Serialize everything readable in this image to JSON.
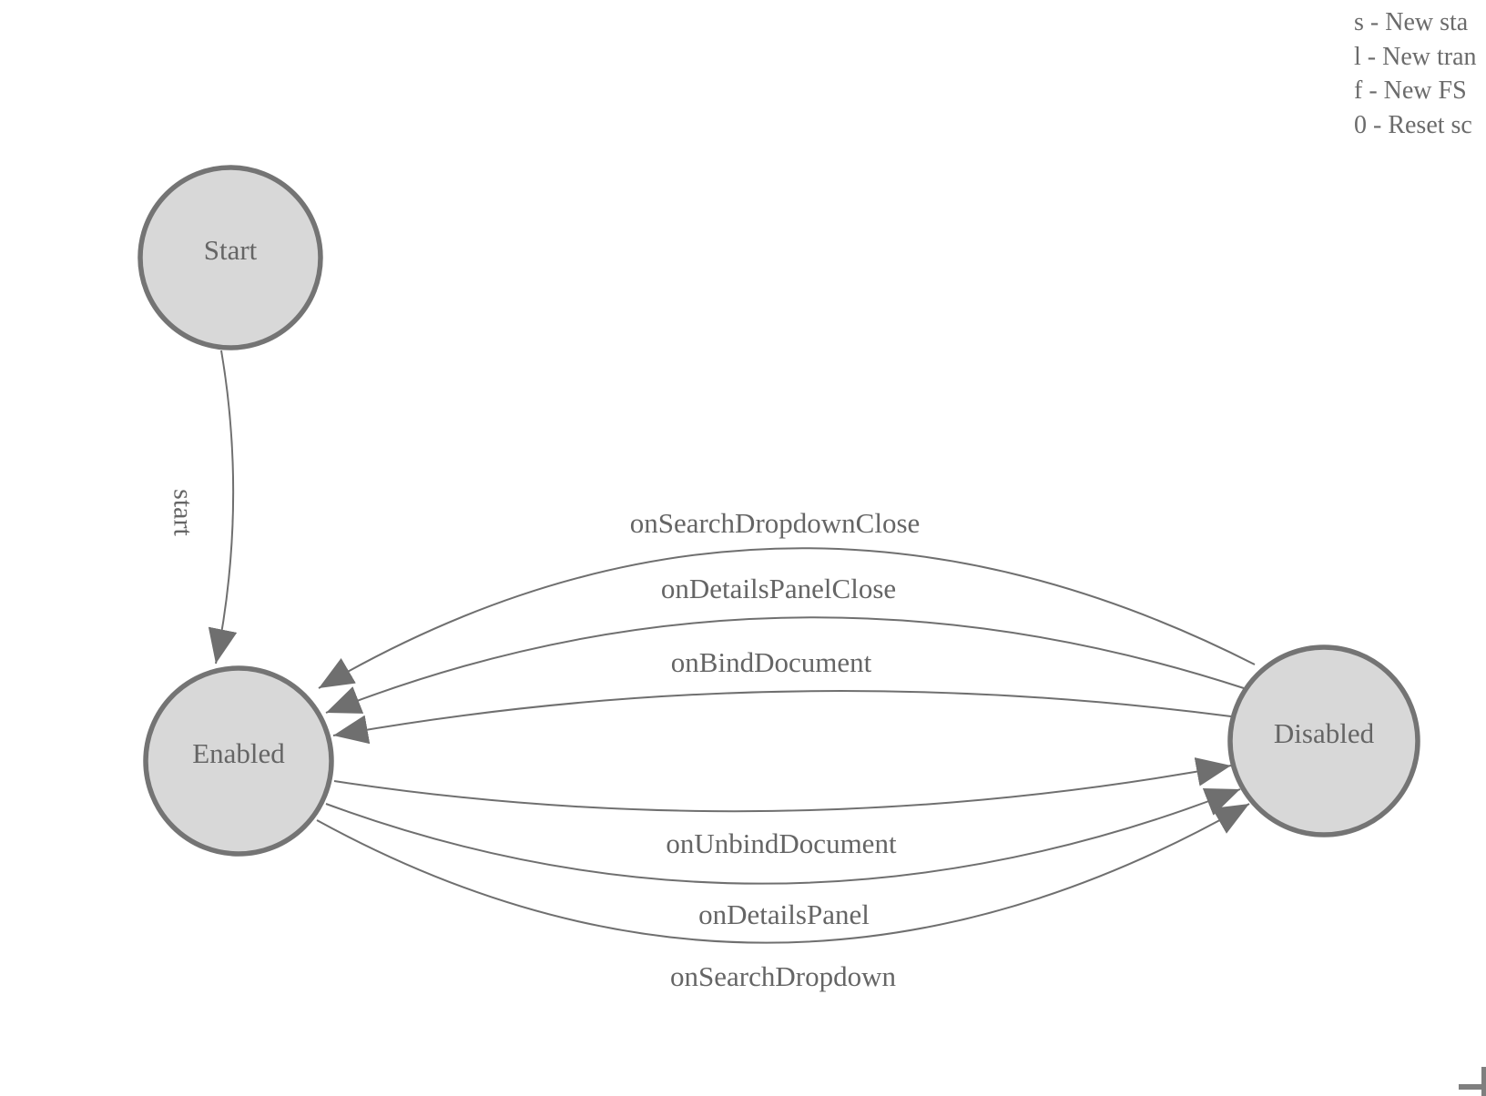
{
  "legend": {
    "lines": [
      "s - New sta",
      "l - New tran",
      "f - New FS",
      "0 - Reset sc"
    ]
  },
  "diagram": {
    "states": [
      {
        "label": "Start"
      },
      {
        "label": "Enabled"
      },
      {
        "label": "Disabled"
      }
    ],
    "transitions": [
      {
        "label": "start",
        "from": "Start",
        "to": "Enabled"
      },
      {
        "label": "onSearchDropdownClose",
        "from": "Disabled",
        "to": "Enabled"
      },
      {
        "label": "onDetailsPanelClose",
        "from": "Disabled",
        "to": "Enabled"
      },
      {
        "label": "onBindDocument",
        "from": "Disabled",
        "to": "Enabled"
      },
      {
        "label": "onUnbindDocument",
        "from": "Enabled",
        "to": "Disabled"
      },
      {
        "label": "onDetailsPanel",
        "from": "Enabled",
        "to": "Disabled"
      },
      {
        "label": "onSearchDropdown",
        "from": "Enabled",
        "to": "Disabled"
      }
    ],
    "colors": {
      "state_fill": "#d8d8d8",
      "state_stroke": "#747474",
      "edge_stroke": "#6f6f6f",
      "label_text": "#656565"
    }
  }
}
